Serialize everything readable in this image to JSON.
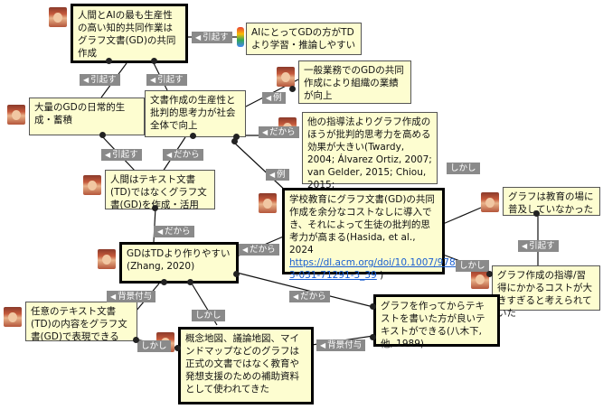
{
  "nodes": {
    "n1": "人間とAIの最も生産性の高い知的共同作業はグラフ文書(GD)の共同作成",
    "n2": "AIにとってGDの方がTDより学習・推論しやすい",
    "n3": "一般業務でのGDの共同作成により組織の業績が向上",
    "n4": "大量のGDの日常的生成・蓄積",
    "n5": "文書作成の生産性と批判的思考力が社会全体で向上",
    "n6": "他の指導法よりグラフ作成のほうが批判的思考力を高める効果が大きい(Twardy, 2004; Álvarez Ortiz, 2007; van Gelder, 2015; Chiou, 2015;",
    "n7": "人間はテキスト文書(TD)ではなくグラフ文書(GD)を作成・活用",
    "n8_text": "学校教育にグラフ文書(GD)の共同作成を余分なコストなしに導入でき、それによって生徒の批判的思考力が高まる(Hasida, et al., 2024",
    "n8_link": "https://dl.acm.org/doi/10.1007/978-3-031-71291-3_39",
    "n8_tail": ")",
    "n9": "グラフは教育の場に普及していなかった",
    "n10": "GDはTDより作りやすい(Zhang, 2020)",
    "n11": "グラフ作成の指導/習得にかかるコストが大きすぎると考えられていた",
    "n12": "任意のテキスト文書(TD)の内容をグラフ文書(GD)で表現できる",
    "n13": "グラフを作ってからテキストを書いた方が良いテキストができる(八木下, 他, 1989)",
    "n14": "概念地図、議論地図、マインドマップなどのグラフは正式の文書ではなく教育や発想支援のための補助資料として使われてきた"
  },
  "labels": {
    "l1": "引起す",
    "l2": "引起す",
    "l3": "引起す",
    "l4": "例",
    "l5": "だから",
    "l6": "引起す",
    "l7": "だから",
    "l8": "例",
    "l9": "しかし",
    "l10": "引起す",
    "l11": "だから",
    "l12": "だから",
    "l13": "しかし",
    "l14": "だから",
    "l15": "背景付与",
    "l16": "しかし",
    "l17": "しかし",
    "l18": "背景付与"
  }
}
